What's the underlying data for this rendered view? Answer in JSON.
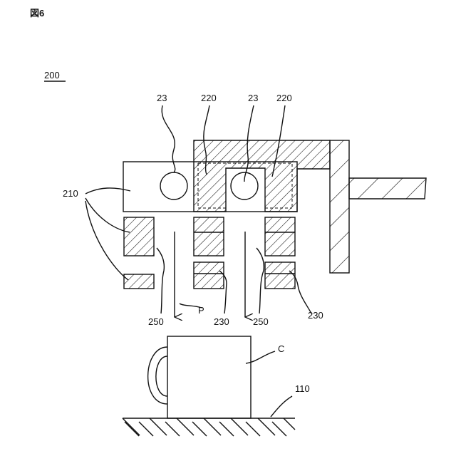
{
  "figure": {
    "title": "図6",
    "assembly_ref": "200",
    "labels": {
      "l23a": "23",
      "l23b": "23",
      "l220a": "220",
      "l220b": "220",
      "l210": "210",
      "l250a": "250",
      "l250b": "250",
      "l230a": "230",
      "l230b": "230",
      "lP": "P",
      "lC": "C",
      "l110": "110"
    }
  }
}
